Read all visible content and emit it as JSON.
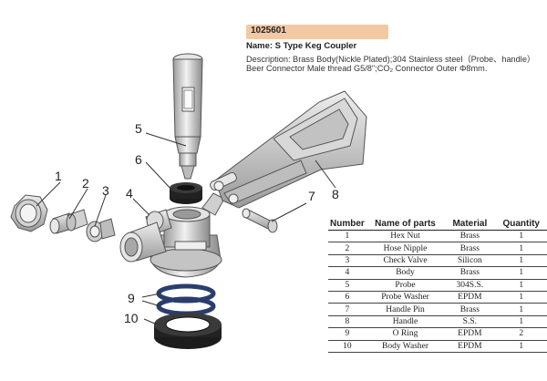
{
  "header": {
    "code": "1025601",
    "name": "Name: S Type Keg Coupler",
    "description_line1": "Description: Brass Body(Nickle Plated);304 Stainless steel（Probe、handle）",
    "description_line2": "Beer Connector Male thread G5/8\";CO₂ Connector Outer Φ8mm."
  },
  "callouts": [
    "1",
    "2",
    "3",
    "4",
    "5",
    "6",
    "7",
    "8",
    "9",
    "10"
  ],
  "table": {
    "columns": [
      "Number",
      "Name of parts",
      "Material",
      "Quantity"
    ],
    "rows": [
      [
        "1",
        "Hex Nut",
        "Brass",
        "1"
      ],
      [
        "2",
        "Hose Nipple",
        "Brass",
        "1"
      ],
      [
        "3",
        "Check Valve",
        "Silicon",
        "1"
      ],
      [
        "4",
        "Body",
        "Brass",
        "1"
      ],
      [
        "5",
        "Probe",
        "304S.S.",
        "1"
      ],
      [
        "6",
        "Probe Washer",
        "EPDM",
        "1"
      ],
      [
        "7",
        "Handle Pin",
        "Brass",
        "1"
      ],
      [
        "8",
        "Handle",
        "S.S.",
        "1"
      ],
      [
        "9",
        "O Ring",
        "EPDM",
        "2"
      ],
      [
        "10",
        "Body Washer",
        "EPDM",
        "1"
      ]
    ]
  }
}
